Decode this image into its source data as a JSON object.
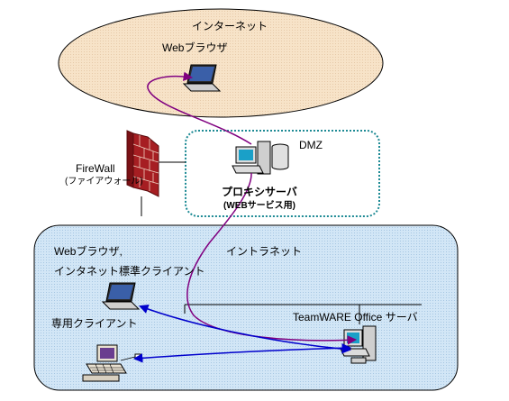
{
  "zones": {
    "internet": "インターネット",
    "dmz": "DMZ",
    "intranet": "イントラネット"
  },
  "firewall": {
    "label": "FireWall",
    "sublabel": "(ファイアウォール)"
  },
  "nodes": {
    "internet_browser": "Webブラウザ",
    "proxy_server": "プロキシサーバ",
    "proxy_server_note": "(WEBサービス用)",
    "intranet_browser_line1": "Webブラウザ,",
    "intranet_browser_line2": "インタネット標準クライアント",
    "dedicated_client": "専用クライアント",
    "teamware_server": "TeamWARE Office サーバ"
  },
  "colors": {
    "internet_fill": "#f7e3c8",
    "intranet_fill": "#d2e6f6",
    "dmz_border": "#1d8a94",
    "purple_line": "#800080",
    "blue_line": "#0000cc",
    "brick": "#b3252a"
  }
}
